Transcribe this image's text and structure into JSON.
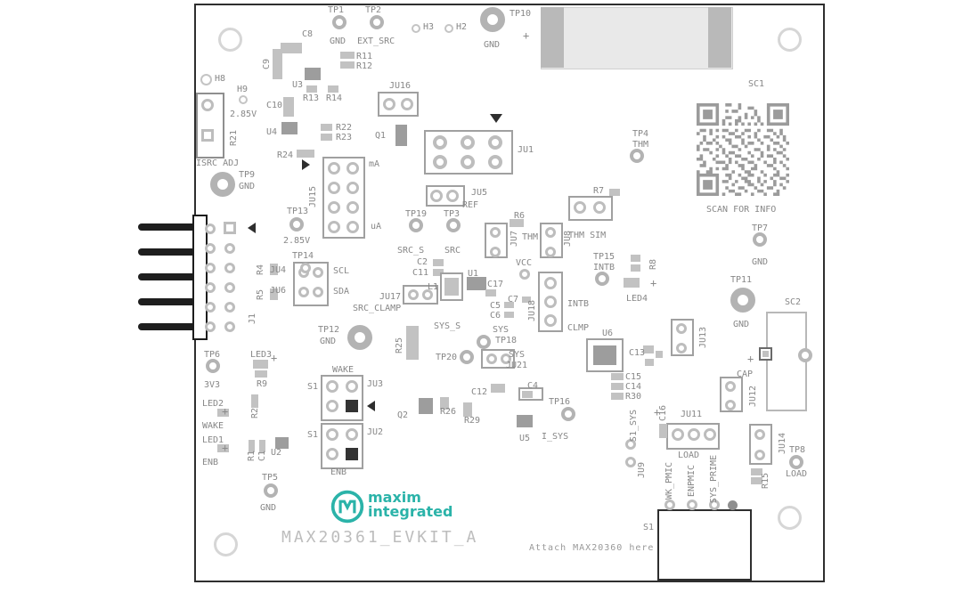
{
  "board": {
    "title": "MAX20361_EVKIT_A",
    "attach_note": "Attach MAX20360 here",
    "qr_caption": "SCAN FOR INFO",
    "logo": {
      "word1": "maxim",
      "word2": "integrated",
      "tm": "™"
    },
    "colors": {
      "brand_teal": "#2bb3a9",
      "silkscreen_gray": "#878787",
      "component_gray": "#c2c2c2"
    }
  },
  "labels": {
    "tp1": "TP1",
    "tp2": "TP2",
    "tp3": "TP3",
    "tp4": "TP4",
    "tp5": "TP5",
    "tp6": "TP6",
    "tp7": "TP7",
    "tp8": "TP8",
    "tp9": "TP9",
    "tp10": "TP10",
    "tp11": "TP11",
    "tp12": "TP12",
    "tp13": "TP13",
    "tp14": "TP14",
    "tp15": "TP15",
    "tp16": "TP16",
    "tp18": "TP18",
    "tp19": "TP19",
    "tp20": "TP20",
    "gnd": "GND",
    "ext_src": "EXT_SRC",
    "h2": "H2",
    "h3": "H3",
    "h8": "H8",
    "h9": "H9",
    "sc1": "SC1",
    "sc2": "SC2",
    "s1": "S1",
    "c1": "C1",
    "c2": "C2",
    "c4": "C4",
    "c5": "C5",
    "c6": "C6",
    "c7": "C7",
    "c8": "C8",
    "c9": "C9",
    "c10": "C10",
    "c11": "C11",
    "c12": "C12",
    "c13": "C13",
    "c14": "C14",
    "c15": "C15",
    "c16": "C16",
    "c17": "C17",
    "r1": "R1",
    "r2": "R2",
    "r4": "R4",
    "r5": "R5",
    "r6": "R6",
    "r7": "R7",
    "r8": "R8",
    "r9": "R9",
    "r11": "R11",
    "r12": "R12",
    "r13": "R13",
    "r14": "R14",
    "r15": "R15",
    "r21": "R21",
    "r22": "R22",
    "r23": "R23",
    "r24": "R24",
    "r25": "R25",
    "r26": "R26",
    "r29": "R29",
    "r30": "R30",
    "u1": "U1",
    "u2": "U2",
    "u3": "U3",
    "u4": "U4",
    "u5": "U5",
    "u6": "U6",
    "q1": "Q1",
    "q2": "Q2",
    "l1": "L1",
    "j1": "J1",
    "ju1": "JU1",
    "ju2": "JU2",
    "ju3": "JU3",
    "ju4": "JU4",
    "ju5": "JU5",
    "ju6": "JU6",
    "ju7": "JU7",
    "ju8": "JU8",
    "ju9": "JU9",
    "ju11": "JU11",
    "ju12": "JU12",
    "ju13": "JU13",
    "ju14": "JU14",
    "ju15": "JU15",
    "ju16": "JU16",
    "ju17": "JU17",
    "ju18": "JU18",
    "ju21": "JU21",
    "led1": "LED1",
    "led2": "LED2",
    "led3": "LED3",
    "led4": "LED4",
    "ma": "mA",
    "ua": "uA",
    "v285": "2.85V",
    "v3v3": "3V3",
    "isrc_adj": "ISRC ADJ",
    "thm": "THM",
    "thm_sim": "THM SIM",
    "src": "SRC",
    "src_s": "SRC_S",
    "src_clamp": "SRC_CLAMP",
    "ref": "REF",
    "vcc": "VCC",
    "intb": "INTB",
    "clmp": "CLMP",
    "scl": "SCL",
    "sda": "SDA",
    "sys": "SYS",
    "sys_s": "SYS_S",
    "wake": "WAKE",
    "enb": "ENB",
    "i_sys": "I_SYS",
    "s1_sys": "S1_SYS",
    "load": "LOAD",
    "cap": "CAP",
    "wk_pmic": "WK_PMIC",
    "enpmic": "ENPMIC",
    "sys_prime": "SYS_PRIME",
    "plus": "+"
  }
}
